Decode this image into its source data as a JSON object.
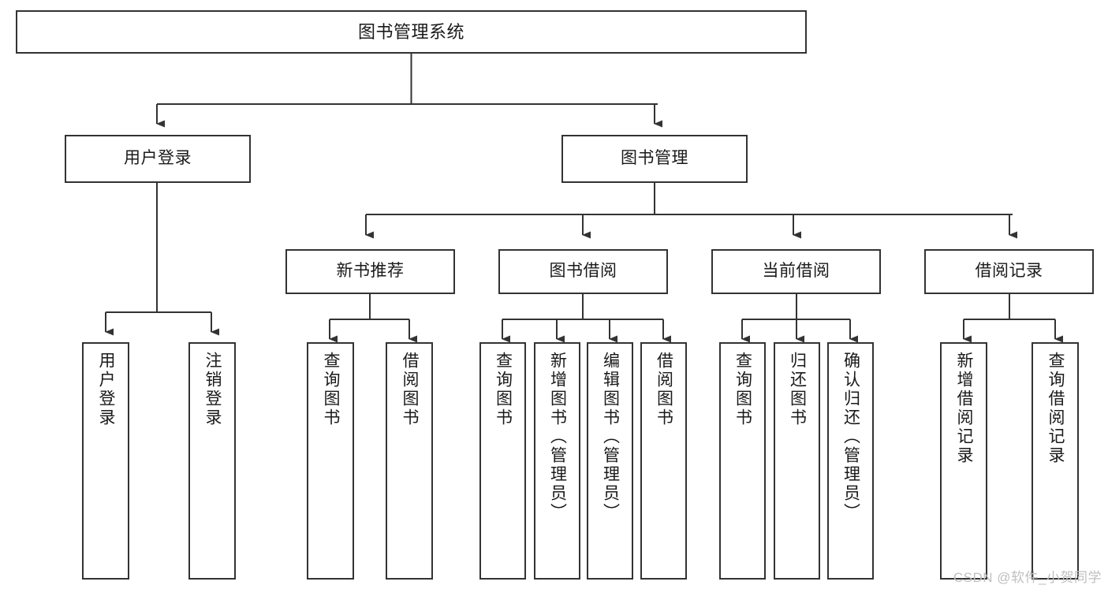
{
  "diagram": {
    "type": "tree-hierarchy",
    "title": "图书管理系统",
    "orientation": "top-down",
    "colors": {
      "box_border": "#333333",
      "box_fill": "#ffffff",
      "connector": "#333333",
      "text": "#1a1a1a",
      "watermark": "#bfbfbf",
      "background": "#ffffff"
    },
    "watermark": "CSDN @软件_小贺同学",
    "nodes": {
      "root": {
        "id": "root",
        "label": "图书管理系统",
        "level": 0
      },
      "level1": [
        {
          "id": "user-login",
          "label": "用户登录",
          "level": 1
        },
        {
          "id": "book-manage",
          "label": "图书管理",
          "level": 1
        }
      ],
      "level2": [
        {
          "id": "new-book-recommend",
          "label": "新书推荐",
          "level": 2,
          "parent": "book-manage"
        },
        {
          "id": "book-borrow",
          "label": "图书借阅",
          "level": 2,
          "parent": "book-manage"
        },
        {
          "id": "current-borrow",
          "label": "当前借阅",
          "level": 2,
          "parent": "book-manage"
        },
        {
          "id": "borrow-record",
          "label": "借阅记录",
          "level": 2,
          "parent": "book-manage"
        }
      ],
      "leaves": [
        {
          "id": "leaf-user-login",
          "label": "用户登录",
          "parent": "user-login"
        },
        {
          "id": "leaf-user-logout",
          "label": "注销登录",
          "parent": "user-login"
        },
        {
          "id": "leaf-query-book-1",
          "label": "查询图书",
          "parent": "new-book-recommend"
        },
        {
          "id": "leaf-borrow-book-1",
          "label": "借阅图书",
          "parent": "new-book-recommend"
        },
        {
          "id": "leaf-query-book-2",
          "label": "查询图书",
          "parent": "book-borrow"
        },
        {
          "id": "leaf-add-book",
          "label": "新增图书（管理员）",
          "parent": "book-borrow"
        },
        {
          "id": "leaf-edit-book",
          "label": "编辑图书（管理员）",
          "parent": "book-borrow"
        },
        {
          "id": "leaf-borrow-book-2",
          "label": "借阅图书",
          "parent": "book-borrow"
        },
        {
          "id": "leaf-query-book-3",
          "label": "查询图书",
          "parent": "current-borrow"
        },
        {
          "id": "leaf-return-book",
          "label": "归还图书",
          "parent": "current-borrow"
        },
        {
          "id": "leaf-confirm-return",
          "label": "确认归还（管理员）",
          "parent": "current-borrow"
        },
        {
          "id": "leaf-add-record",
          "label": "新增借阅记录",
          "parent": "borrow-record"
        },
        {
          "id": "leaf-query-record",
          "label": "查询借阅记录",
          "parent": "borrow-record"
        }
      ]
    }
  }
}
